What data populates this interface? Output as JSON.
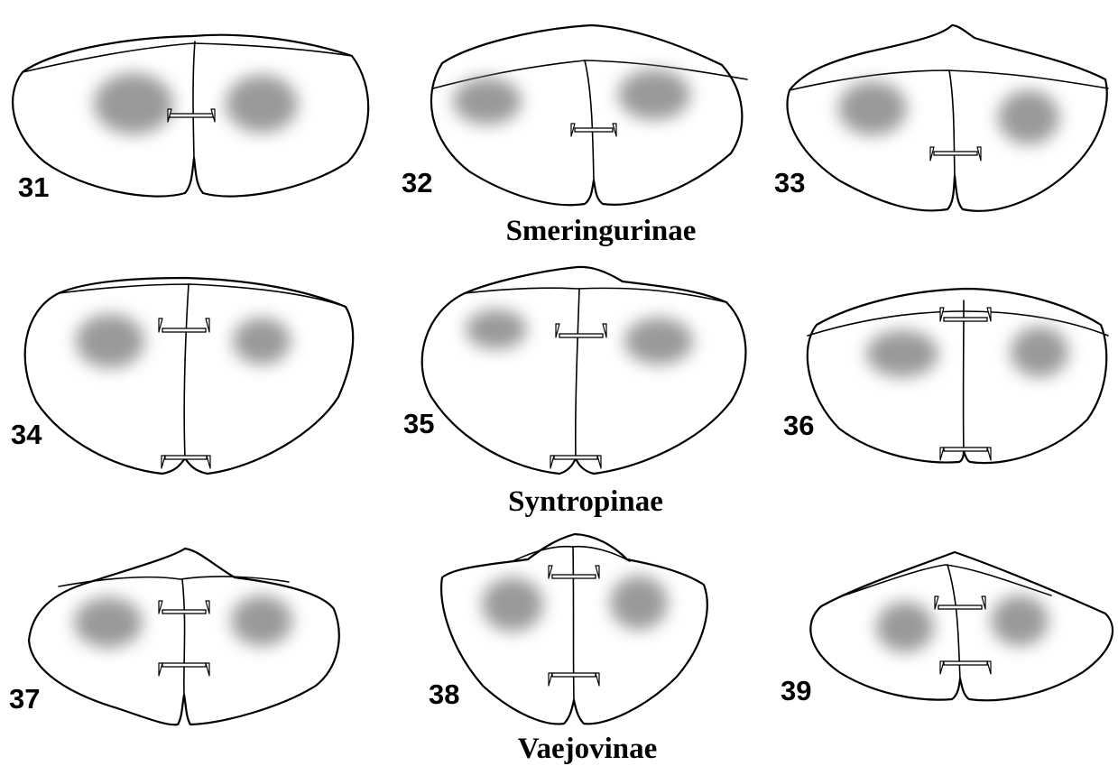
{
  "figure_rows": [
    {
      "caption": "Smeringurinae",
      "figures": [
        {
          "number": "31",
          "posterior_marker": false
        },
        {
          "number": "32",
          "posterior_marker": false
        },
        {
          "number": "33",
          "posterior_marker": false
        }
      ]
    },
    {
      "caption": "Syntropinae",
      "figures": [
        {
          "number": "34",
          "posterior_marker": true
        },
        {
          "number": "35",
          "posterior_marker": true
        },
        {
          "number": "36",
          "posterior_marker": true
        }
      ]
    },
    {
      "caption": "Vaejovinae",
      "figures": [
        {
          "number": "37",
          "posterior_marker": true
        },
        {
          "number": "38",
          "posterior_marker": true
        },
        {
          "number": "39",
          "posterior_marker": true
        }
      ]
    }
  ],
  "colors": {
    "line": "#000000",
    "background": "#ffffff",
    "stipple": "#9a9a9a"
  }
}
